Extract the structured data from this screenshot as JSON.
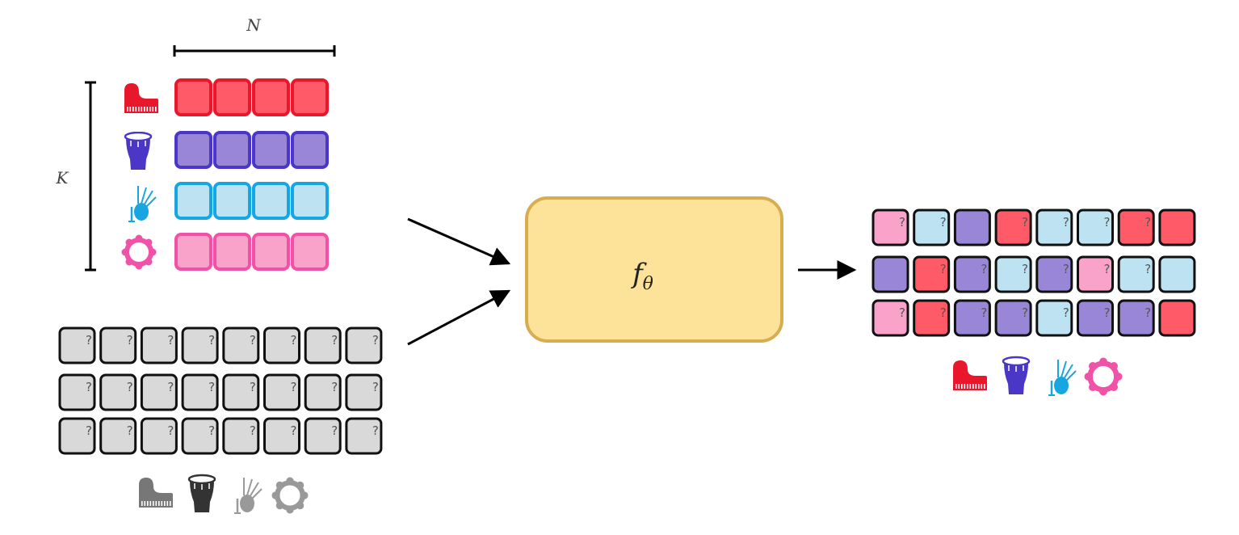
{
  "labels": {
    "n": "N",
    "k": "K",
    "f": "f",
    "theta": "θ"
  },
  "question_mark": "?",
  "colors": {
    "piano": "#ff5a68",
    "piano_border": "#e8172c",
    "drum": "#9a86d6",
    "drum_border": "#4a37c7",
    "bagpipe": "#bde3f2",
    "bagpipe_border": "#18a6e0",
    "tambourine": "#f9a3cb",
    "tambourine_border": "#f052a8",
    "unknown": "#d9d9d9",
    "box_fill": "#fde39a",
    "box_border": "#d8ad4f"
  },
  "rows": [
    "piano",
    "drum",
    "bagpipe",
    "tambourine"
  ],
  "output_grid": [
    [
      "tambourine",
      "bagpipe",
      "drum",
      "piano",
      "bagpipe",
      "bagpipe",
      "piano",
      "piano"
    ],
    [
      "drum",
      "piano",
      "drum",
      "bagpipe",
      "drum",
      "tambourine",
      "bagpipe",
      "bagpipe"
    ],
    [
      "tambourine",
      "piano",
      "drum",
      "drum",
      "bagpipe",
      "drum",
      "drum",
      "piano"
    ]
  ],
  "output_questions": [
    [
      true,
      true,
      false,
      true,
      true,
      true,
      true,
      false
    ],
    [
      false,
      true,
      true,
      true,
      true,
      true,
      true,
      false
    ],
    [
      true,
      true,
      true,
      true,
      true,
      true,
      true,
      false
    ]
  ],
  "icons": [
    "piano-icon",
    "conga-drum-icon",
    "bagpipe-icon",
    "tambourine-icon"
  ]
}
